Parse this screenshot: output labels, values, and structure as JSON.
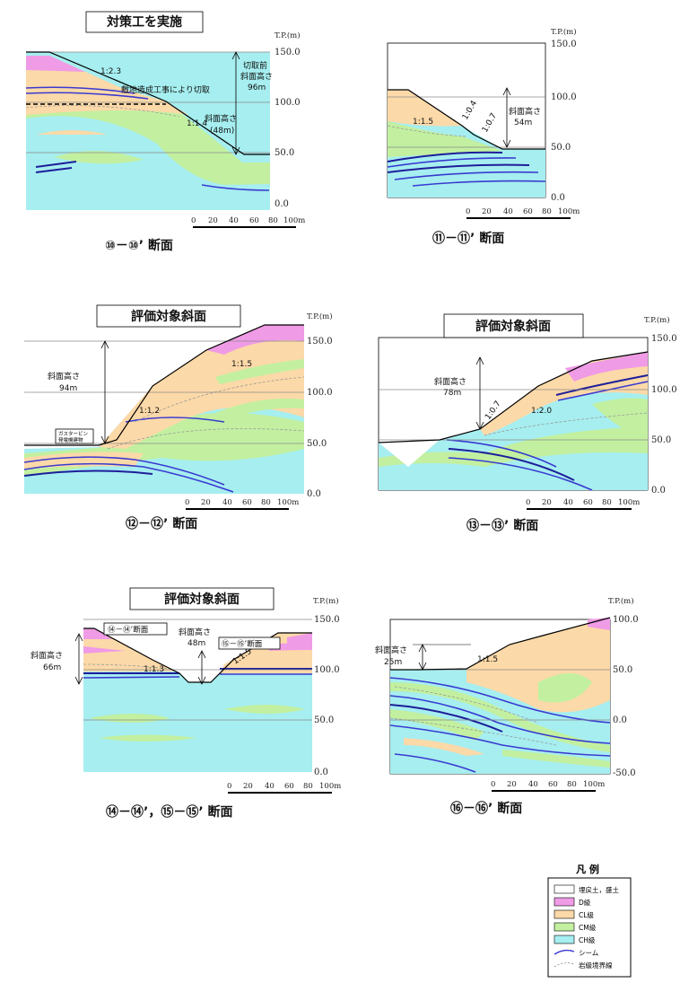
{
  "axis_unit": "T.P.(m)",
  "scale_bar": {
    "ticks": [
      "0",
      "20",
      "40",
      "60",
      "80",
      "100m"
    ]
  },
  "panels": [
    {
      "caption": "⑩－⑩’ 断面",
      "title": "対策工を実施",
      "y_ticks": [
        "150.0",
        "100.0",
        "50.0",
        "0.0"
      ],
      "slope_ratios": [
        "1:2.3",
        "1:1.4"
      ],
      "annotations": {
        "pre_cut_label": "切取前",
        "pre_cut_height_label": "斜面高さ",
        "pre_cut_height": "96m",
        "cut_note": "敷地造成工事により切取",
        "height_label": "斜面高さ",
        "height": "(48m)"
      }
    },
    {
      "caption": "⑪－⑪’ 断面",
      "y_ticks": [
        "150.0",
        "100.0",
        "50.0",
        "0.0"
      ],
      "slope_ratios": [
        "1:1.5",
        "1:0.4",
        "1:0.7"
      ],
      "annotations": {
        "height_label": "斜面高さ",
        "height": "54m"
      }
    },
    {
      "caption": "⑫－⑫’ 断面",
      "title": "評価対象斜面",
      "y_ticks": [
        "150.0",
        "100.0",
        "50.0",
        "0.0"
      ],
      "slope_ratios": [
        "1:1.5",
        "1:1.2"
      ],
      "annotations": {
        "height_label": "斜面高さ",
        "height": "94m",
        "building_line1": "ガスタービン",
        "building_line2": "発電機建物"
      }
    },
    {
      "caption": "⑬－⑬’ 断面",
      "title": "評価対象斜面",
      "y_ticks": [
        "150.0",
        "100.0",
        "50.0",
        "0.0"
      ],
      "slope_ratios": [
        "1:0.7",
        "1:2.0"
      ],
      "annotations": {
        "height_label": "斜面高さ",
        "height": "78m"
      }
    },
    {
      "caption": "⑭－⑭’，⑮－⑮’ 断面",
      "title": "評価対象斜面",
      "y_ticks": [
        "150.0",
        "100.0",
        "50.0",
        "0.0"
      ],
      "slope_ratios": [
        "1:1.3",
        "1:1.5"
      ],
      "annotations": {
        "section_a": "⑭－⑭’断面",
        "section_b": "⑮－⑮’断面",
        "height_a_label": "斜面高さ",
        "height_a": "66m",
        "height_b_label": "斜面高さ",
        "height_b": "48m"
      }
    },
    {
      "caption": "⑯－⑯’ 断面",
      "y_ticks": [
        "100.0",
        "50.0",
        "0.0",
        "-50.0"
      ],
      "slope_ratios": [
        "1:1.5"
      ],
      "annotations": {
        "height_label": "斜面高さ",
        "height": "25m"
      }
    }
  ],
  "legend": {
    "title": "凡 例",
    "items": [
      {
        "label": "埋戻土，盛土",
        "color": "#ffffff",
        "kind": "fill"
      },
      {
        "label": "D級",
        "color": "#f09be6",
        "kind": "fill"
      },
      {
        "label": "CL級",
        "color": "#fcd9a8",
        "kind": "fill"
      },
      {
        "label": "CM級",
        "color": "#c2f0a0",
        "kind": "fill"
      },
      {
        "label": "CH級",
        "color": "#a6eef0",
        "kind": "fill"
      },
      {
        "label": "シーム",
        "color": "#3a3ad0",
        "kind": "line"
      },
      {
        "label": "岩級境界線",
        "color": "#9a9a9a",
        "kind": "dashed"
      }
    ]
  }
}
